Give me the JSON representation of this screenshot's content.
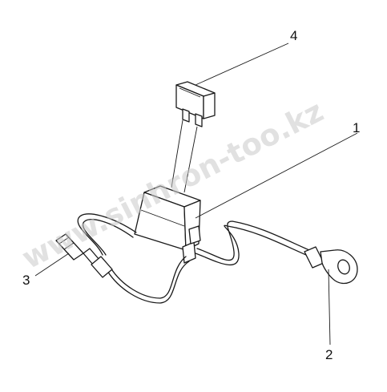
{
  "diagram": {
    "callouts": [
      {
        "id": "1",
        "label": "1"
      },
      {
        "id": "2",
        "label": "2"
      },
      {
        "id": "3",
        "label": "3"
      },
      {
        "id": "4",
        "label": "4"
      }
    ],
    "watermark": "www.sinhron-too.kz",
    "colors": {
      "ink": "#1a1a1a",
      "background": "#ffffff",
      "watermark": "#c9c9c9"
    }
  }
}
